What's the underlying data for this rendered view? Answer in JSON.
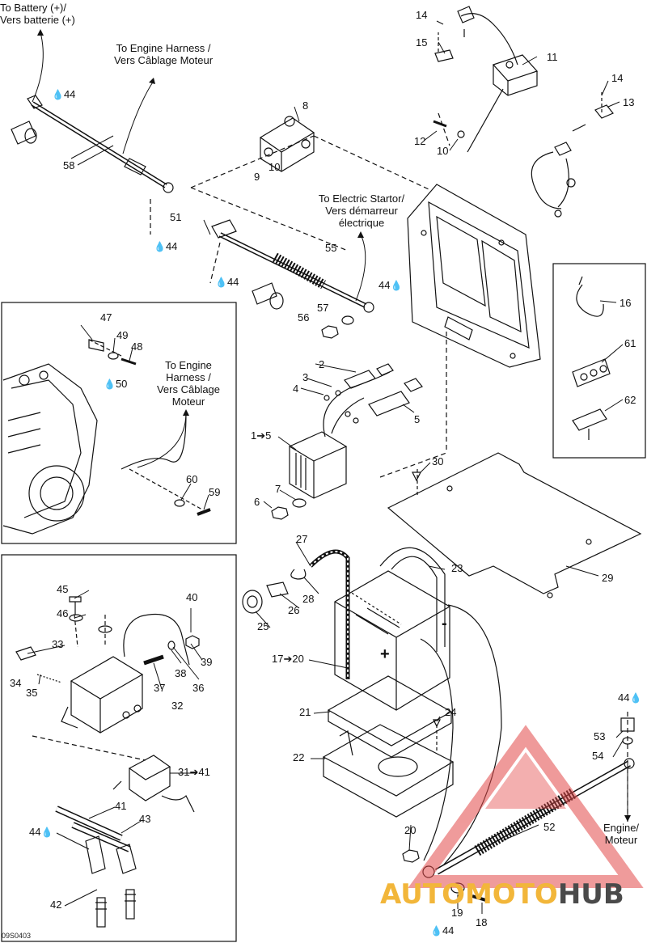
{
  "callouts": {
    "to_battery": "To Battery (+)/\nVers batterie (+)",
    "to_engine_harness_top": "To Engine Harness /\nVers Câblage Moteur",
    "to_electric_starter": "To Electric Startor/\nVers démarreur\nélectrique",
    "to_engine_harness_left": "To Engine\nHarness /\nVers Câblage\nMoteur",
    "engine_moteur": "Engine/\nMoteur"
  },
  "parts": {
    "p1_5": "1➔5",
    "p2": "2",
    "p3": "3",
    "p4": "4",
    "p5": "5",
    "p6": "6",
    "p7": "7",
    "p8": "8",
    "p9": "9",
    "p10a": "10",
    "p10b": "10",
    "p11": "11",
    "p12": "12",
    "p13": "13",
    "p14a": "14",
    "p14b": "14",
    "p15": "15",
    "p16": "16",
    "p17_20": "17➔20",
    "p18": "18",
    "p19": "19",
    "p20": "20",
    "p21": "21",
    "p22": "22",
    "p23": "23",
    "p24": "24",
    "p25": "25",
    "p26": "26",
    "p27": "27",
    "p28": "28",
    "p29": "29",
    "p30": "30",
    "p31_41": "31➔41",
    "p32": "32",
    "p33": "33",
    "p34": "34",
    "p35": "35",
    "p36": "36",
    "p37": "37",
    "p38": "38",
    "p39": "39",
    "p40": "40",
    "p41": "41",
    "p42": "42",
    "p43": "43",
    "p45": "45",
    "p46": "46",
    "p47": "47",
    "p48": "48",
    "p49": "49",
    "p51": "51",
    "p52": "52",
    "p53": "53",
    "p54": "54",
    "p55": "55",
    "p56": "56",
    "p57": "57",
    "p58": "58",
    "p59": "59",
    "p60": "60",
    "p61": "61",
    "p62": "62"
  },
  "lube": {
    "l44_a": "44",
    "l44_b": "44",
    "l44_c": "44",
    "l44_d": "44",
    "l44_e": "44",
    "l44_f": "44",
    "l44_g": "44",
    "l50": "50"
  },
  "battery_symbols": {
    "plus": "+",
    "minus": "-"
  },
  "figure_code": "09S0403",
  "watermark": {
    "part1": "AUTOMOTO",
    "part2": "HUB"
  },
  "icons": [
    "lubricant-drop-icon",
    "arrow-icon"
  ]
}
